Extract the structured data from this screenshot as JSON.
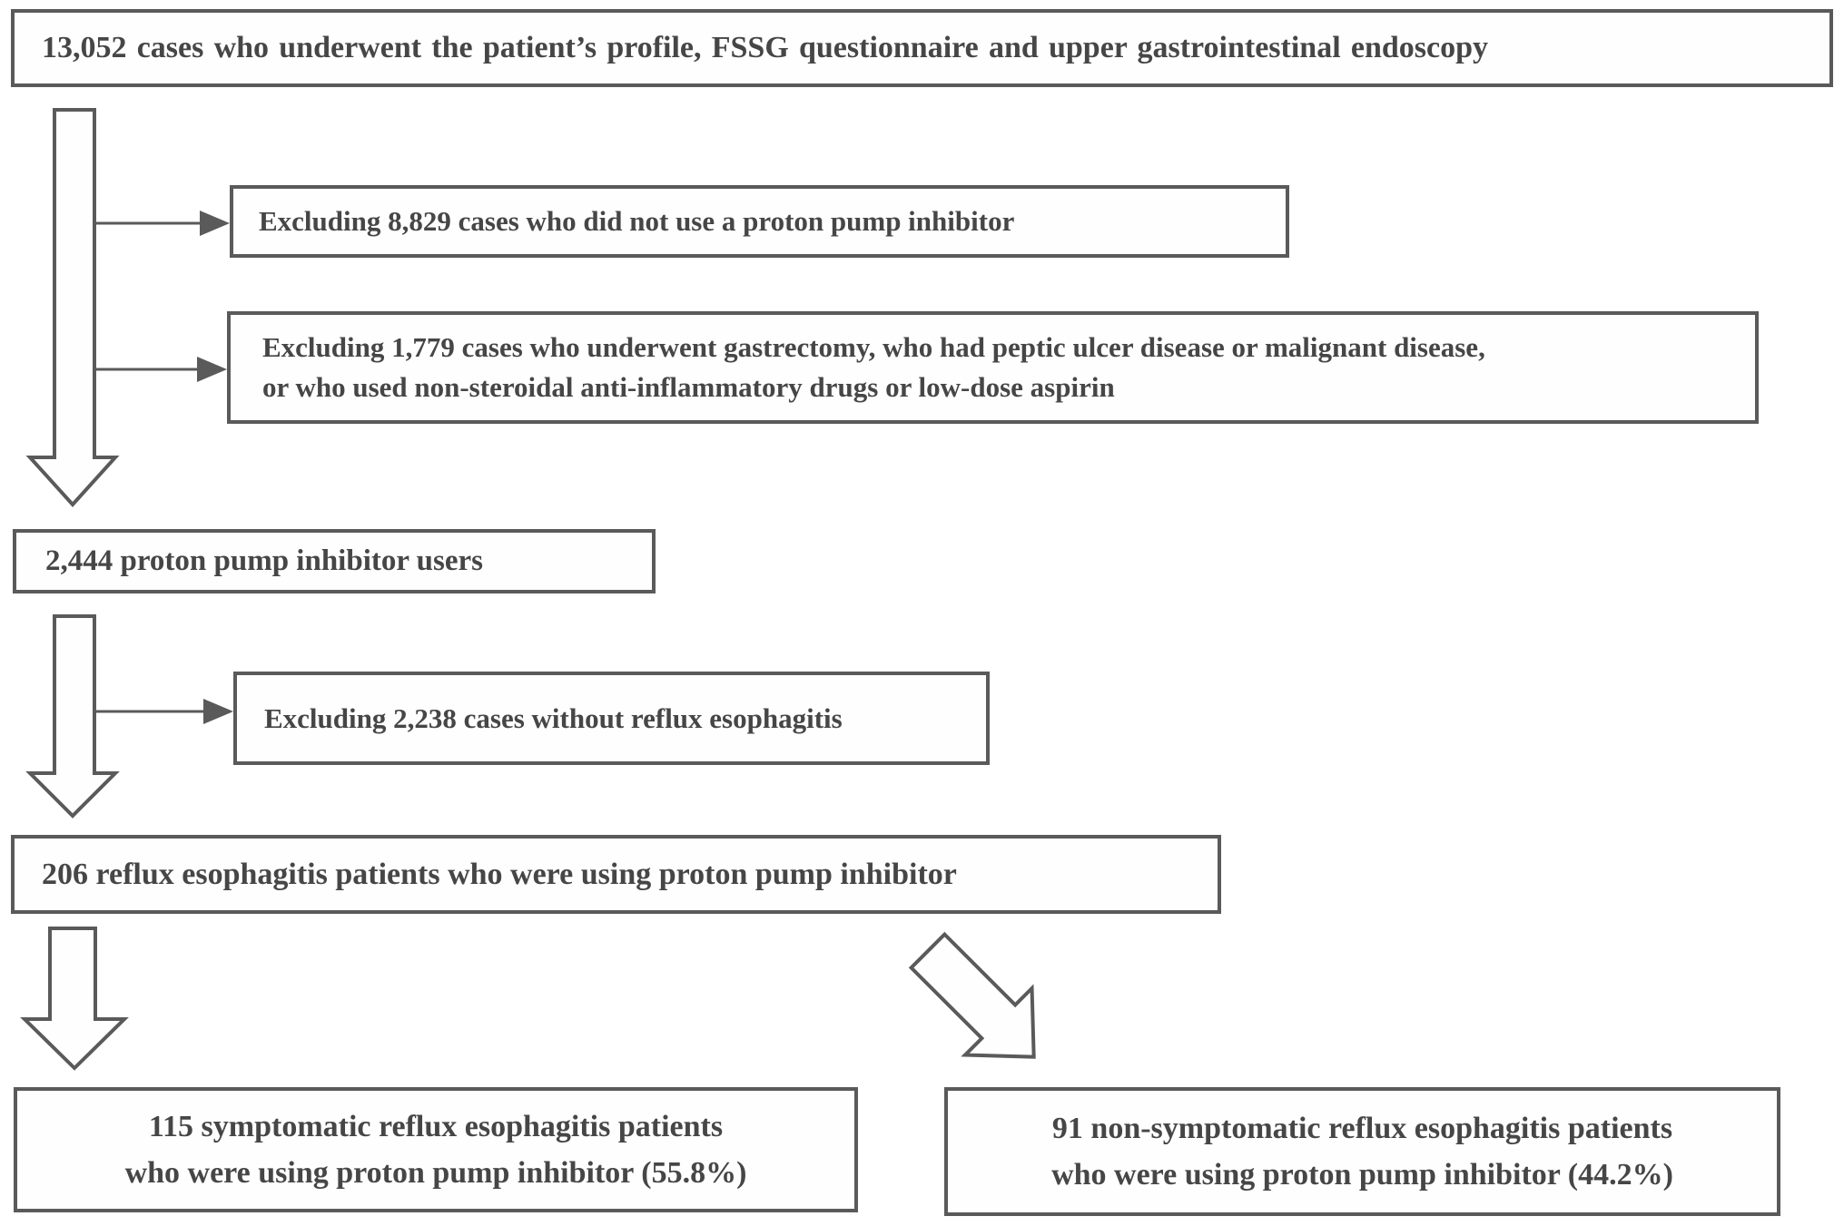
{
  "figure": {
    "palette": {
      "background": "#ffffff",
      "line_color": "#5a5a5a",
      "text_color": "#464646"
    },
    "nodes": {
      "total_cases": {
        "lines": [
          "13,052 cases who underwent the patient’s profile, FSSG questionnaire and upper gastrointestinal endoscopy"
        ]
      },
      "exclusion_no_ppi": {
        "lines": [
          "Excluding 8,829 cases who did not use a proton pump inhibitor"
        ]
      },
      "exclusion_comorbidities": {
        "lines": [
          "Excluding 1,779 cases who underwent gastrectomy, who had peptic ulcer disease or malignant disease,",
          "or who used non-steroidal anti-inflammatory drugs or low-dose aspirin"
        ]
      },
      "ppi_users": {
        "lines": [
          "2,444 proton pump inhibitor users"
        ]
      },
      "exclusion_no_reflux": {
        "lines": [
          "Excluding 2,238 cases without reflux esophagitis"
        ]
      },
      "reflux_ppi_patients": {
        "lines": [
          "206 reflux esophagitis patients who were using proton pump inhibitor"
        ]
      },
      "symptomatic": {
        "lines": [
          "115 symptomatic reflux esophagitis patients",
          "who were using proton pump inhibitor (55.8%)"
        ]
      },
      "non_symptomatic": {
        "lines": [
          "91 non-symptomatic reflux esophagitis patients",
          "who were using proton pump inhibitor (44.2%)"
        ]
      }
    }
  }
}
